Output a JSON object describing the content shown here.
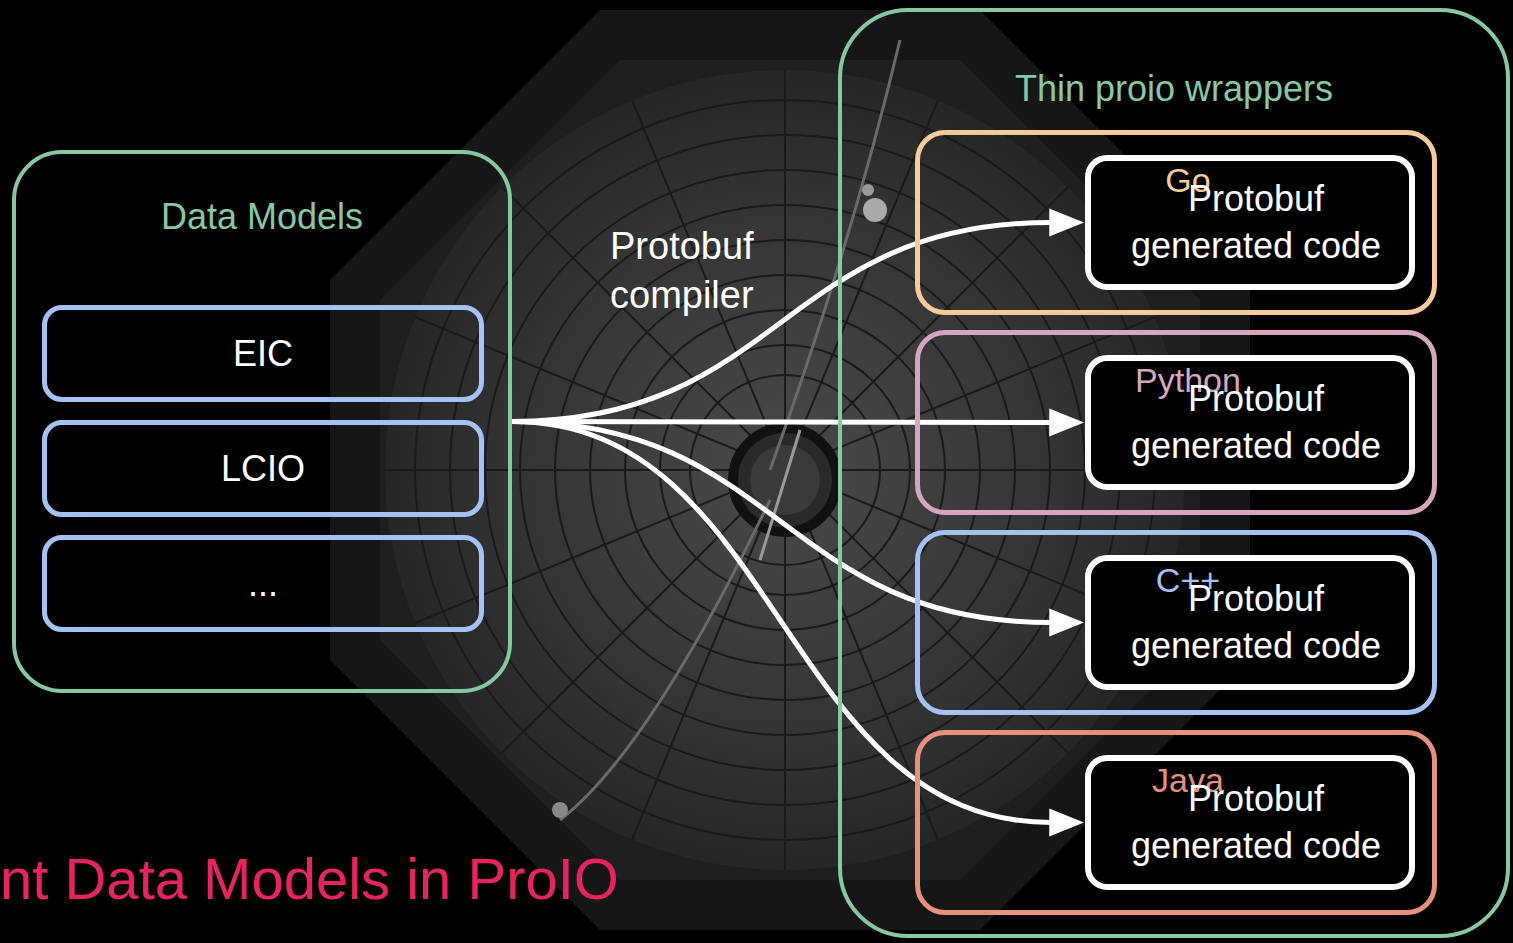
{
  "diagram": {
    "title": "nt Data Models in ProIO",
    "nodes": [
      {
        "text": [
          "Data Models"
        ]
      },
      {
        "text": [
          "EIC"
        ],
        "in": 0
      },
      {
        "text": [
          "LCIO"
        ],
        "in": 0
      },
      {
        "text": [
          "..."
        ],
        "in": 0
      },
      {
        "text": [
          "Thin proio wrappers"
        ]
      },
      {
        "text": [
          "Go"
        ],
        "in": 4
      },
      {
        "text": [
          "Protobuf generated code"
        ],
        "in": 5
      },
      {
        "text": [
          "Python"
        ],
        "in": 4
      },
      {
        "text": [
          "Protobuf generated code"
        ],
        "in": 7
      },
      {
        "text": [
          "C++"
        ],
        "in": 4
      },
      {
        "text": [
          "Protobuf generated code"
        ],
        "in": 9
      },
      {
        "text": [
          "Java"
        ],
        "in": 4
      },
      {
        "text": [
          "Protobuf generated code"
        ],
        "in": 11
      }
    ],
    "edges": [
      {
        "from": 0,
        "to": 6,
        "arrow": "to"
      },
      {
        "from": 0,
        "to": 8,
        "arrow": "to"
      },
      {
        "from": 0,
        "to": 10,
        "arrow": "to"
      },
      {
        "from": 0,
        "to": 12,
        "arrow": "to"
      }
    ],
    "labels": [
      "Protobuf compiler"
    ]
  }
}
